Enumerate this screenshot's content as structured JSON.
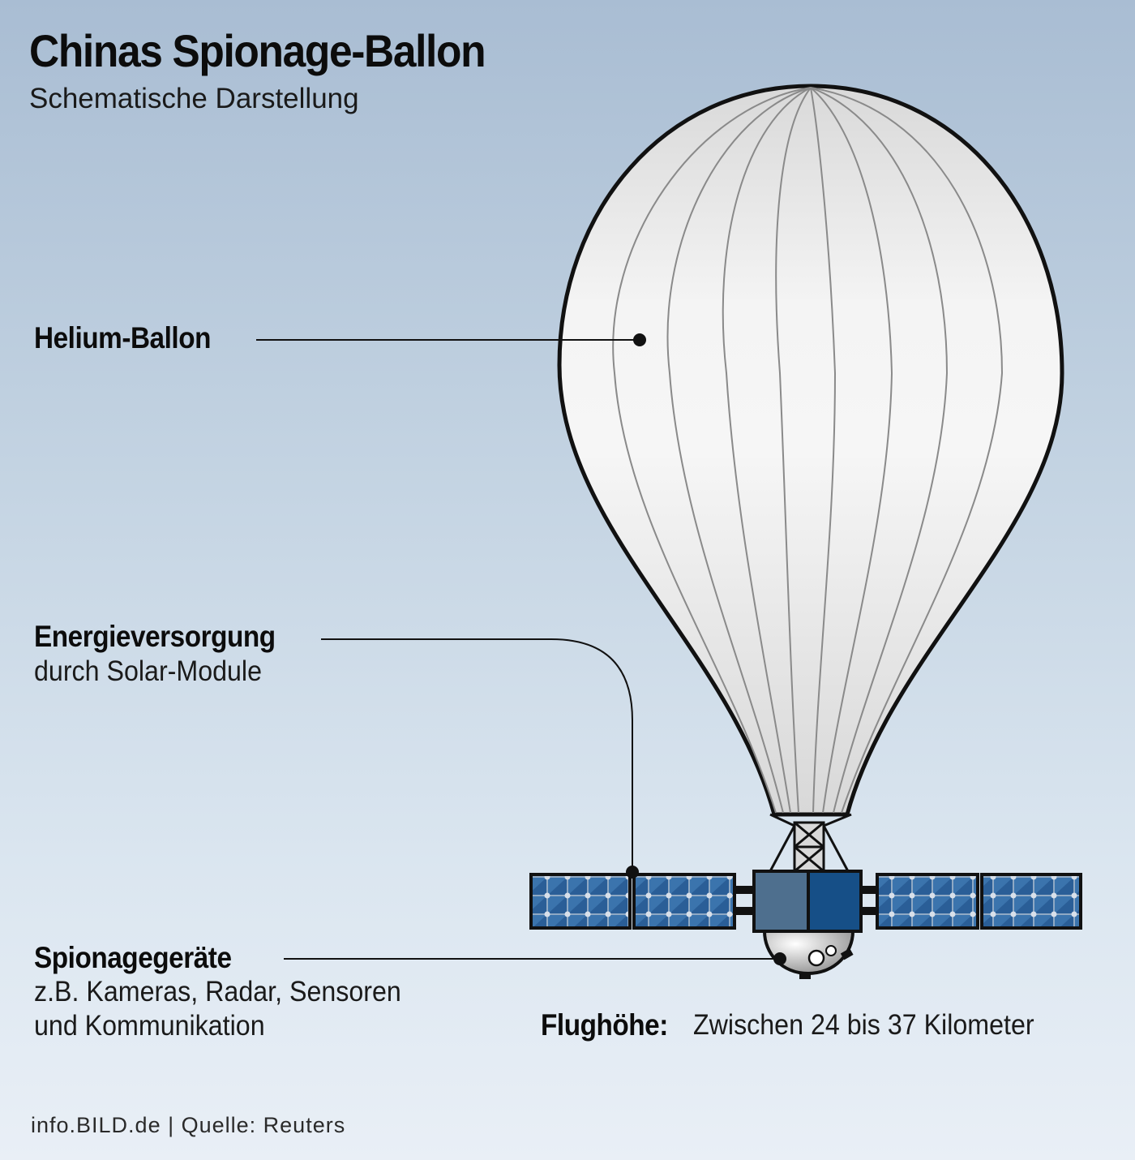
{
  "header": {
    "title": "Chinas Spionage-Ballon",
    "subtitle": "Schematische Darstellung"
  },
  "labels": {
    "balloon": {
      "title": "Helium-Ballon"
    },
    "energy": {
      "title": "Energieversorgung",
      "text": "durch Solar-Module"
    },
    "spy": {
      "title": "Spionagegeräte",
      "line1": "z.B. Kameras, Radar, Sensoren",
      "line2": "und Kommunikation"
    },
    "altitude": {
      "title": "Flughöhe:",
      "text": "Zwischen 24 bis 37 Kilometer"
    }
  },
  "footer": {
    "text": "info.BILD.de | Quelle: Reuters"
  },
  "colors": {
    "balloon_fill": "#e6e6e6",
    "panel_blue": "#1f4f86",
    "box_left": "#4e6f8e",
    "box_right": "#164f87",
    "outline": "#111111"
  }
}
